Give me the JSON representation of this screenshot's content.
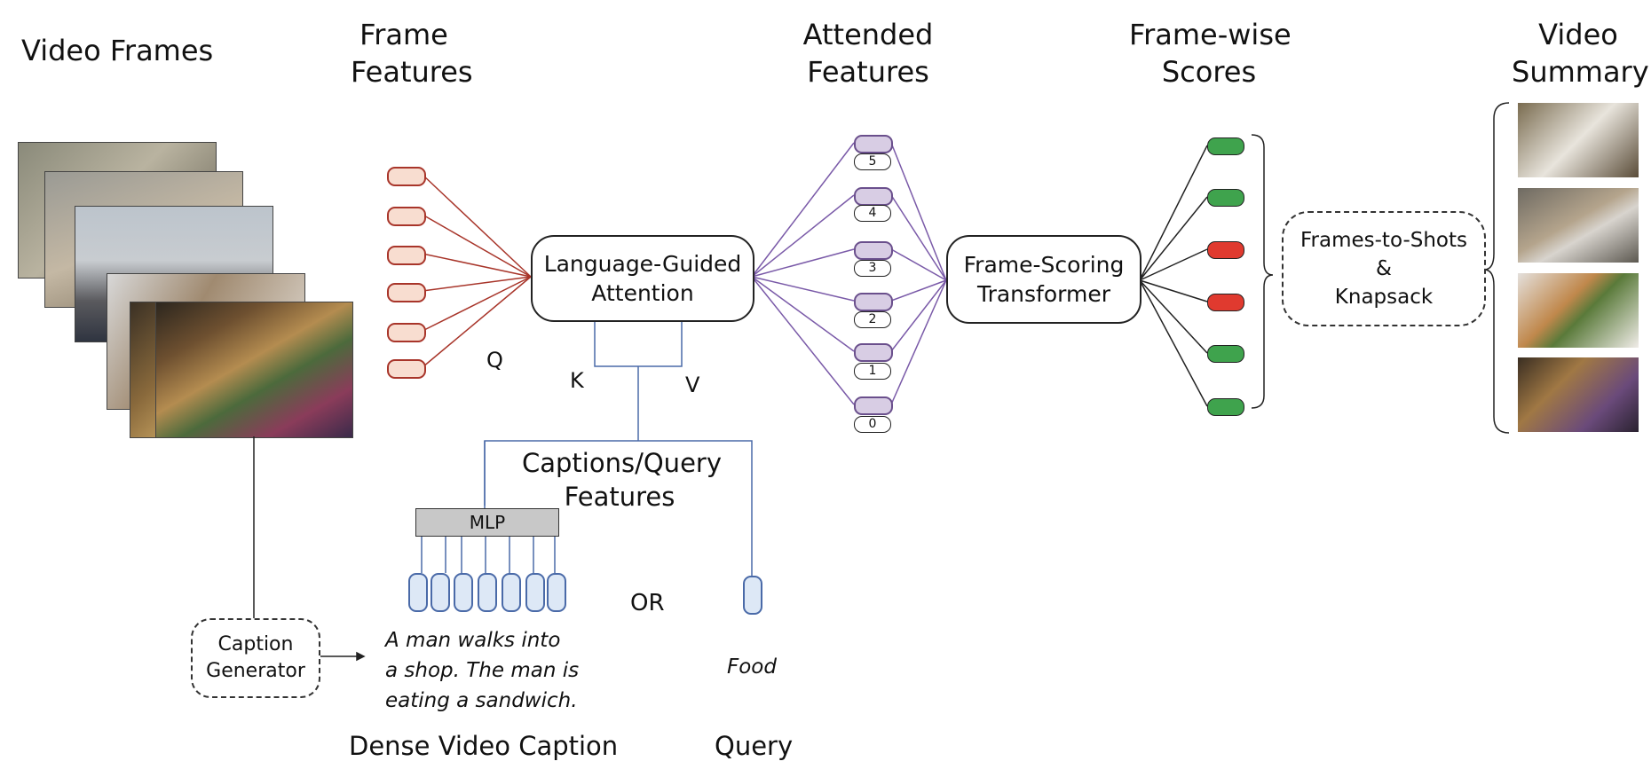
{
  "headers": {
    "video_frames": "Video Frames",
    "frame_features": [
      "Frame",
      "Features"
    ],
    "attended_features": [
      "Attended",
      "Features"
    ],
    "frame_wise_scores": [
      "Frame-wise",
      "Scores"
    ],
    "video_summary": [
      "Video",
      "Summary"
    ]
  },
  "boxes": {
    "attention": [
      "Language-Guided",
      "Attention"
    ],
    "transformer": [
      "Frame-Scoring",
      "Transformer"
    ],
    "shots": [
      "Frames-to-Shots",
      "&",
      "Knapsack"
    ],
    "caption_generator": [
      "Caption",
      "Generator"
    ]
  },
  "labels": {
    "q": "Q",
    "k": "K",
    "v": "V",
    "captions_query_features": [
      "Captions/Query",
      "Features"
    ],
    "mlp": "MLP",
    "or": "OR",
    "caption_text": [
      "A man walks into",
      "a shop. The man is",
      "eating a sandwich."
    ],
    "query_text": "Food",
    "dense_video_caption": "Dense Video Caption",
    "query": "Query"
  },
  "attended_indices": [
    "5",
    "4",
    "3",
    "2",
    "1",
    "0"
  ],
  "score_colors": [
    "#3fa34d",
    "#3fa34d",
    "#e03a2f",
    "#e03a2f",
    "#3fa34d",
    "#3fa34d"
  ],
  "colors": {
    "frame_feature_fill": "#f8ddd0",
    "frame_feature_stroke": "#a8352a",
    "attended_fill": "#d8cde4",
    "attended_stroke": "#6a4f8c",
    "purple_line": "#7a5aa8",
    "caption_token_fill": "#dde8f6",
    "caption_token_stroke": "#4a6aa8",
    "blue_line": "#4a6aa8"
  }
}
